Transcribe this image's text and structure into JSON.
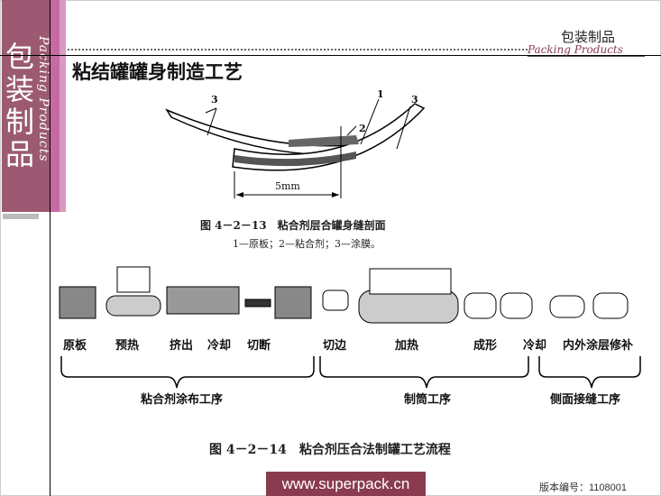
{
  "sidebar": {
    "title": "包装制品",
    "subtitle": "Packing Products"
  },
  "header": {
    "title": "包装制品",
    "subtitle": "Packing Products"
  },
  "slide_title": "粘结罐罐身制造工艺",
  "figure1": {
    "caption": "图 4－2－13　粘合剂层合罐身缝剖面",
    "legend": "1—原板；2—粘合剂；3—涂膜。",
    "callouts": [
      "3",
      "1",
      "2",
      "3"
    ],
    "dimension": "5mm"
  },
  "figure2": {
    "caption": "图 4－2－14　粘合剂压合法制罐工艺流程",
    "steps": [
      "原板",
      "预热",
      "挤出",
      "冷却",
      "切断",
      "切边",
      "加热",
      "成形",
      "冷却",
      "内外涂层修补"
    ],
    "groups": [
      "粘合剂涂布工序",
      "制筒工序",
      "侧面接缝工序"
    ]
  },
  "footer": {
    "website": "www.superpack.cn",
    "version": "版本编号：1108001"
  }
}
